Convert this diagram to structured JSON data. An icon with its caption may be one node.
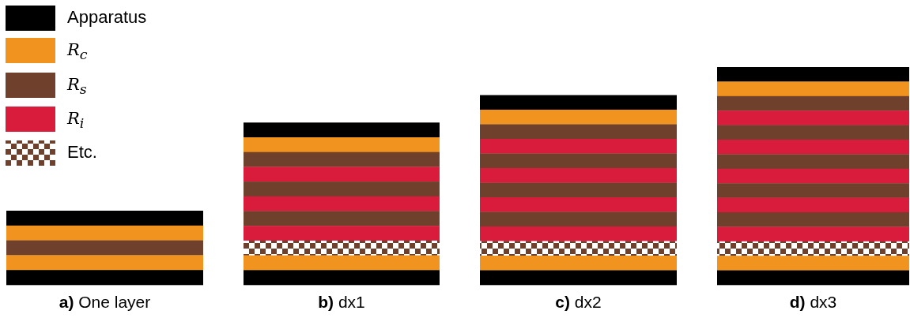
{
  "diagram": {
    "labels": [
      "**a)** One layer",
      "**b)** dx1",
      "**c)** dx2",
      "**d)** dx3"
    ],
    "legend": [
      {
        "text": "Apparatus",
        "color": "#000000"
      },
      {
        "text": "R$_{c}$",
        "color": "#f0931f"
      },
      {
        "text": "R$_{s}$",
        "color": "#6f412c"
      },
      {
        "text": "R$_{i}$",
        "color": "#d91b3c"
      },
      {
        "text": "Etc."
      }
    ]
  }
}
